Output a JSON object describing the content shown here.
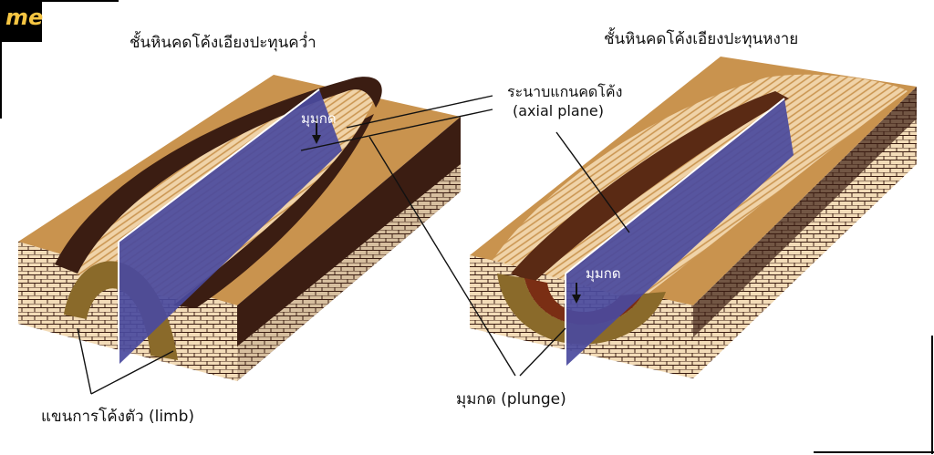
{
  "brand": {
    "logo_text": "me"
  },
  "diagram": {
    "title_left": "ชั้นหินคดโค้งเอียงปะทุนคว่ำ",
    "title_right": "ชั้นหินคดโค้งเอียงปะทุนหงาย",
    "axial_plane_thai": "ระนาบแกนคดโค้ง",
    "axial_plane_en": "(axial plane)",
    "plunge_left_small": "มุมกด",
    "plunge_right_small": "มุมกด",
    "plunge_label": "มุมกด (plunge)",
    "limb_label": "แขนการโค้งตัว (limb)"
  },
  "colors": {
    "tan": "#c9934e",
    "cream": "#f0d3a8",
    "dark": "#3b1d12",
    "olive": "#8a6a2a",
    "plane": "#4a4a9e"
  }
}
